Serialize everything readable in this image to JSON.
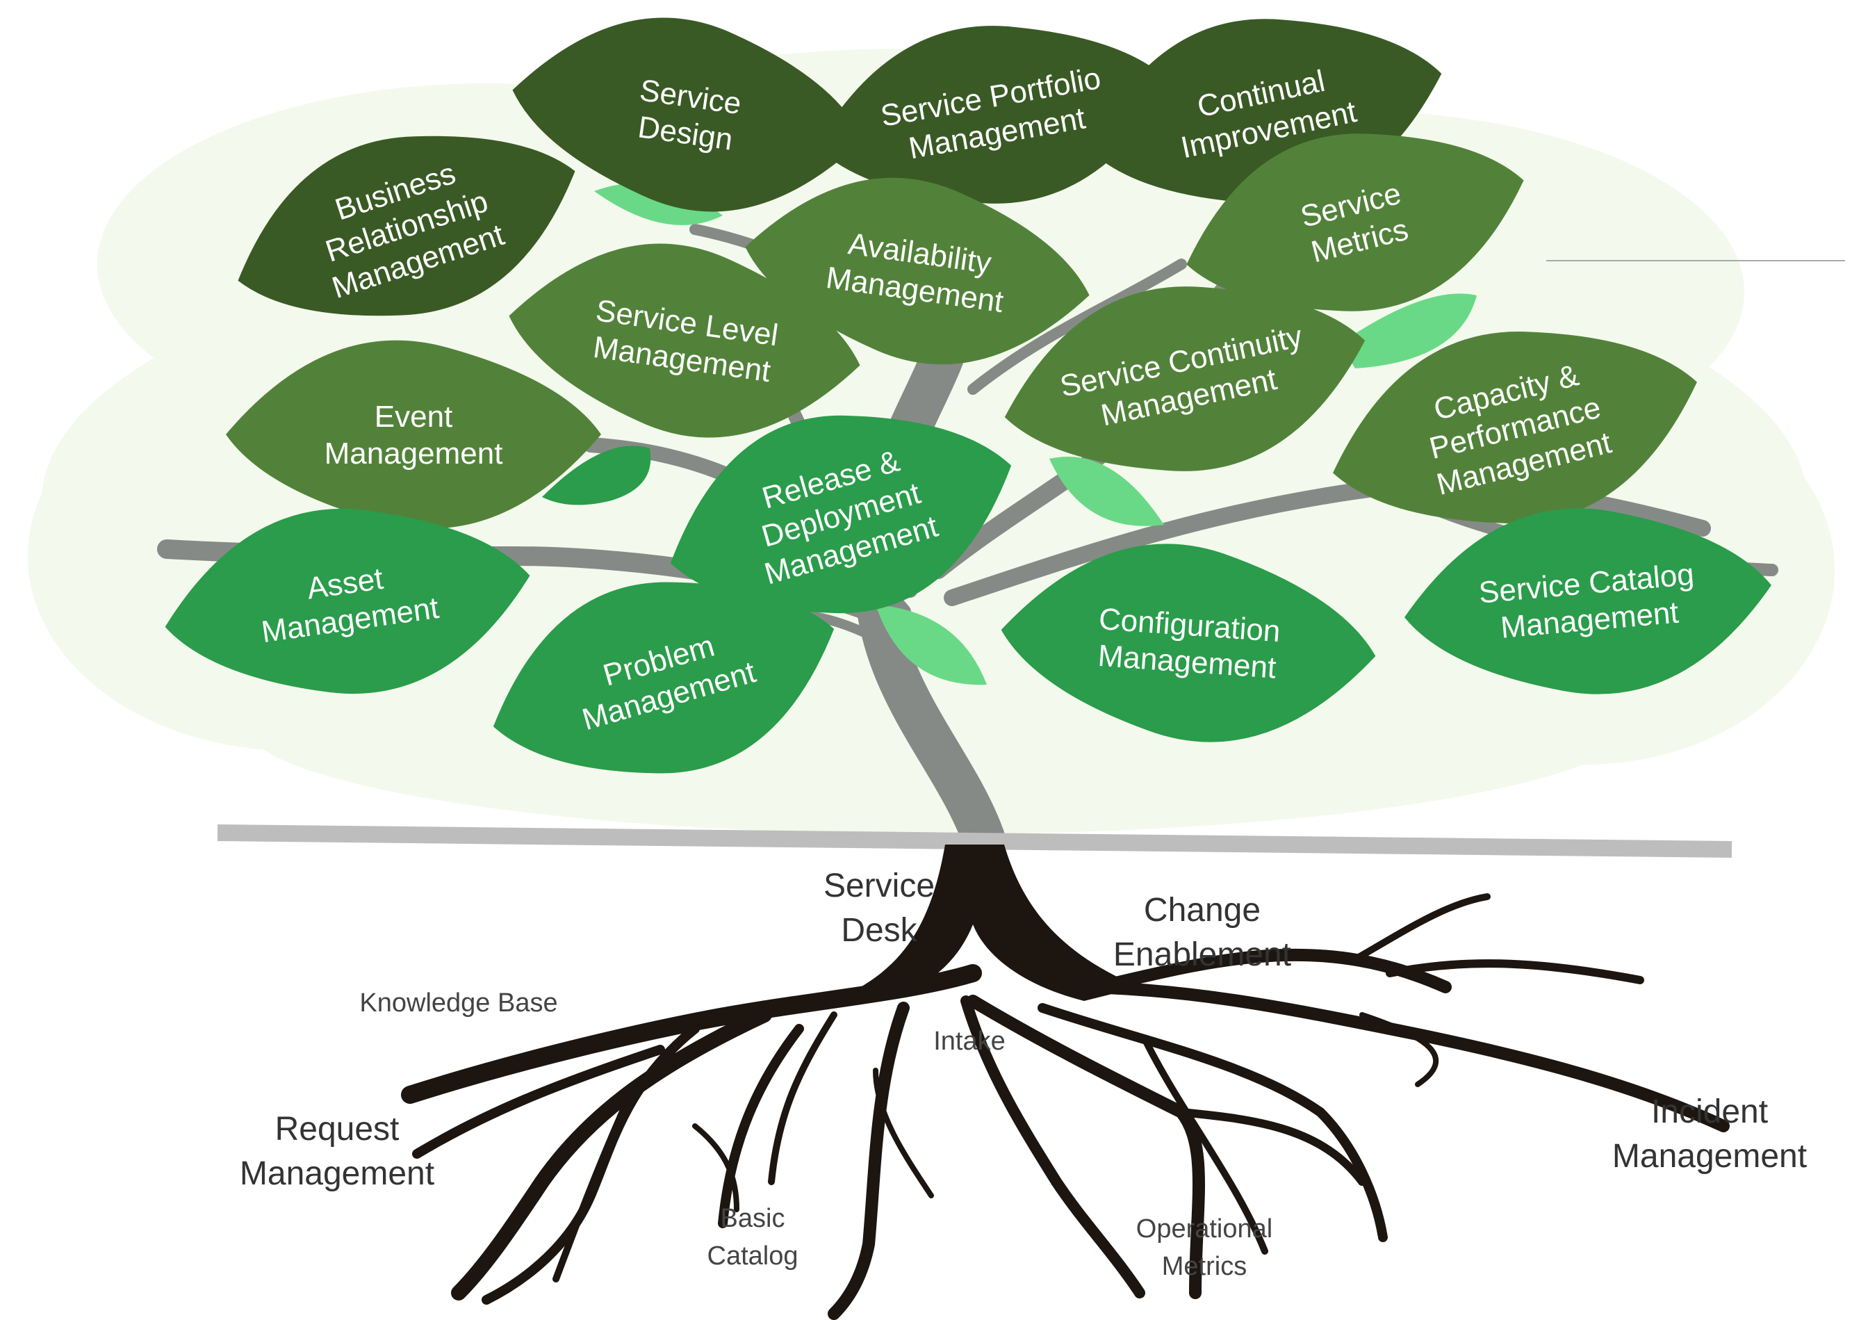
{
  "colors": {
    "dark": "#3a5a25",
    "mid": "#52823a",
    "bright": "#2a9c4b",
    "pale": "#6ad987",
    "branch": "#868a86",
    "ground": "#bdbdbd",
    "roots": "#1c1510",
    "canopy": "#f3f9ec"
  },
  "leaves": [
    {
      "id": "business-relationship-management",
      "lines": [
        "Business",
        "Relationship",
        "Management"
      ],
      "tone": "dark"
    },
    {
      "id": "service-design",
      "lines": [
        "Service",
        "Design"
      ],
      "tone": "dark"
    },
    {
      "id": "service-portfolio-management",
      "lines": [
        "Service Portfolio",
        "Management"
      ],
      "tone": "dark"
    },
    {
      "id": "continual-improvement",
      "lines": [
        "Continual",
        "Improvement"
      ],
      "tone": "dark"
    },
    {
      "id": "availability-management",
      "lines": [
        "Availability",
        "Management"
      ],
      "tone": "mid"
    },
    {
      "id": "service-metrics",
      "lines": [
        "Service",
        "Metrics"
      ],
      "tone": "mid"
    },
    {
      "id": "service-level-management",
      "lines": [
        "Service Level",
        "Management"
      ],
      "tone": "mid"
    },
    {
      "id": "service-continuity-management",
      "lines": [
        "Service Continuity",
        "Management"
      ],
      "tone": "mid"
    },
    {
      "id": "event-management",
      "lines": [
        "Event",
        "Management"
      ],
      "tone": "mid"
    },
    {
      "id": "capacity-performance-management",
      "lines": [
        "Capacity &",
        "Performance",
        "Management"
      ],
      "tone": "mid"
    },
    {
      "id": "release-deployment-management",
      "lines": [
        "Release &",
        "Deployment",
        "Management"
      ],
      "tone": "bright"
    },
    {
      "id": "asset-management",
      "lines": [
        "Asset",
        "Management"
      ],
      "tone": "bright"
    },
    {
      "id": "problem-management",
      "lines": [
        "Problem",
        "Management"
      ],
      "tone": "bright"
    },
    {
      "id": "configuration-management",
      "lines": [
        "Configuration",
        "Management"
      ],
      "tone": "bright"
    },
    {
      "id": "service-catalog-management",
      "lines": [
        "Service Catalog",
        "Management"
      ],
      "tone": "bright"
    }
  ],
  "roots": [
    {
      "id": "service-desk",
      "lines": [
        "Service",
        "Desk"
      ],
      "size": "big"
    },
    {
      "id": "change-enablement",
      "lines": [
        "Change",
        "Enablement"
      ],
      "size": "big"
    },
    {
      "id": "request-management",
      "lines": [
        "Request",
        "Management"
      ],
      "size": "big"
    },
    {
      "id": "incident-management",
      "lines": [
        "Incident",
        "Management"
      ],
      "size": "big"
    },
    {
      "id": "knowledge-base",
      "lines": [
        "Knowledge Base"
      ],
      "size": "small"
    },
    {
      "id": "intake",
      "lines": [
        "Intake"
      ],
      "size": "small"
    },
    {
      "id": "basic-catalog",
      "lines": [
        "Basic",
        "Catalog"
      ],
      "size": "small"
    },
    {
      "id": "operational-metrics",
      "lines": [
        "Operational",
        "Metrics"
      ],
      "size": "small"
    }
  ]
}
